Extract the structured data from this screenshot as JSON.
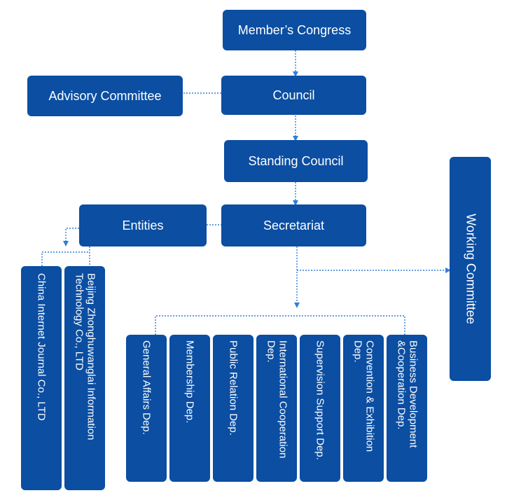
{
  "diagram": {
    "members_congress": "Member’s Congress",
    "advisory_committee": "Advisory Committee",
    "council": "Council",
    "standing_council": "Standing Council",
    "secretariat": "Secretariat",
    "entities": "Entities",
    "working_committee": "Working Committee",
    "entity_units": [
      "China Internet Journal Co., LTD",
      "Beijing Zhonghuwanglai Information Technology Co., LTD"
    ],
    "departments": [
      "General Affairs Dep.",
      "Membership Dep.",
      "Public Relation Dep.",
      "International Cooperation Dep.",
      "Supervision Support Dep.",
      "Convention & Exhibition Dep.",
      "Business Development &Cooperation Dep."
    ]
  },
  "colors": {
    "box_fill": "#0b4ea2",
    "connector": "#2f7fd8",
    "text": "#ffffff"
  }
}
